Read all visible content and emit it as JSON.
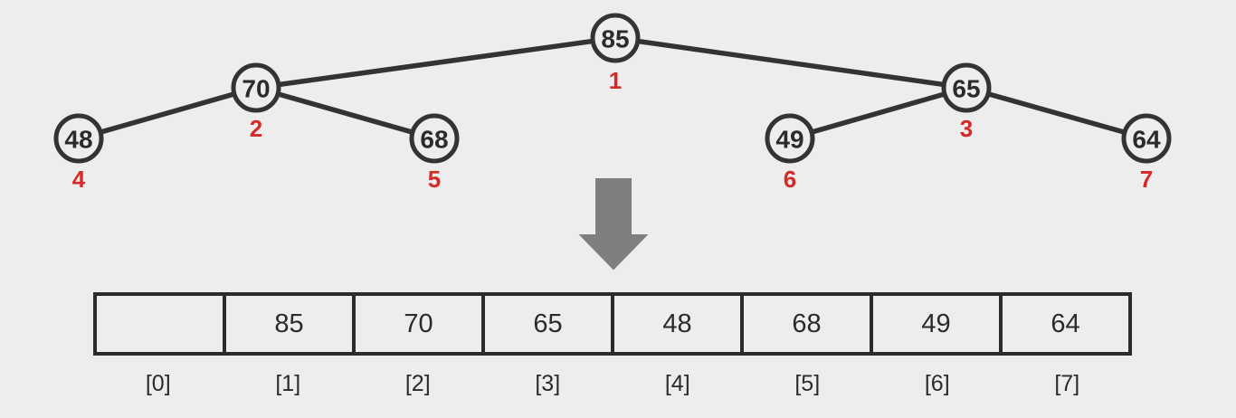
{
  "diagram": {
    "description": "Binary max-heap tree converted to its array representation"
  },
  "tree": {
    "nodes": [
      {
        "value": "85",
        "position_label": "1"
      },
      {
        "value": "70",
        "position_label": "2"
      },
      {
        "value": "65",
        "position_label": "3"
      },
      {
        "value": "48",
        "position_label": "4"
      },
      {
        "value": "68",
        "position_label": "5"
      },
      {
        "value": "49",
        "position_label": "6"
      },
      {
        "value": "64",
        "position_label": "7"
      }
    ],
    "edges": [
      [
        "1",
        "2"
      ],
      [
        "1",
        "3"
      ],
      [
        "2",
        "4"
      ],
      [
        "2",
        "5"
      ],
      [
        "3",
        "6"
      ],
      [
        "3",
        "7"
      ]
    ]
  },
  "array": {
    "cells": [
      "",
      "85",
      "70",
      "65",
      "48",
      "68",
      "49",
      "64"
    ],
    "index_labels": [
      "[0]",
      "[1]",
      "[2]",
      "[3]",
      "[4]",
      "[5]",
      "[6]",
      "[7]"
    ]
  },
  "icons": {
    "down_arrow": "down-arrow-icon"
  },
  "colors": {
    "background": "#ededed",
    "stroke_dark": "#333333",
    "text_dark": "#2b2b2b",
    "position_label_red": "#d32b27",
    "arrow_gray": "#7f7f7f"
  }
}
